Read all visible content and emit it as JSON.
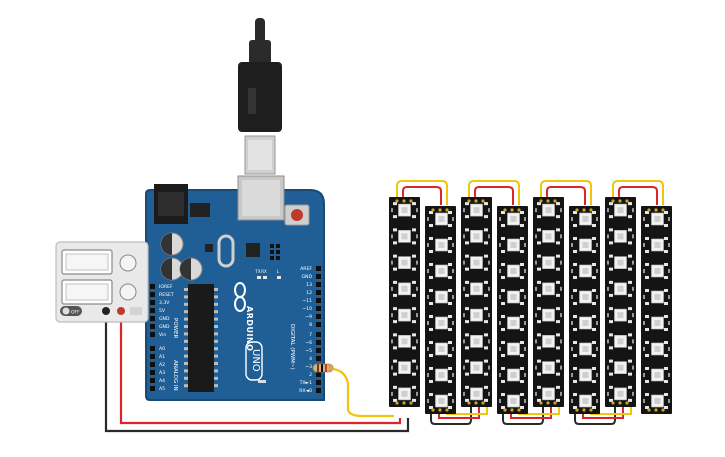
{
  "colors": {
    "board": "#1f5f96",
    "board_edge": "#174a76",
    "strip": "#141414",
    "wire_red": "#d8262b",
    "wire_yellow": "#f1c40f",
    "wire_black": "#2a2a2a",
    "supply": "#e9e9e9"
  },
  "power_supply": {
    "label": "OFF"
  },
  "arduino": {
    "logo_text": "ARDUINO",
    "model_text": "UNO",
    "digital_label": "DIGITAL (PWM~)",
    "power_label": "POWER",
    "analog_label": "ANALOG IN",
    "power_pins": [
      "IOREF",
      "RESET",
      "3.3V",
      "5V",
      "GND",
      "GND",
      "Vin"
    ],
    "analog_pins": [
      "A0",
      "A1",
      "A2",
      "A3",
      "A4",
      "A5"
    ],
    "header_top": [
      "AREF",
      "GND",
      "13",
      "12",
      "~11",
      "~10",
      "~9",
      "8"
    ],
    "header_bottom": [
      "7",
      "~6",
      "~5",
      "4",
      "~3",
      "2",
      "TX►1",
      "RX◄0"
    ],
    "led_labels": [
      "TX",
      "RX",
      "L"
    ]
  },
  "strips": {
    "count": 8,
    "pixels_per_strip": 8
  }
}
